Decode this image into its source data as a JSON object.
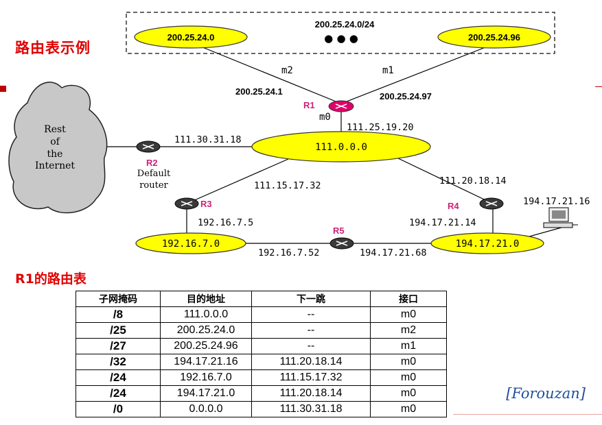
{
  "title": "路由表示例",
  "diagram": {
    "network_top_label": "200.25.24.0/24",
    "ellipsis": "● ● ●",
    "networks": {
      "n1": "200.25.24.0",
      "n2": "200.25.24.96",
      "core": "111.0.0.0",
      "n3": "192.16.7.0",
      "n4": "194.17.21.0"
    },
    "internet": [
      "Rest",
      "of",
      "the",
      "Internet"
    ],
    "routers": {
      "r1": "R1",
      "r2": "R2",
      "r3": "R3",
      "r4": "R4",
      "r5": "R5"
    },
    "default_router": [
      "Default",
      "router"
    ],
    "interfaces": {
      "m2": "m2",
      "m1": "m1",
      "m0": "m0"
    },
    "addresses": {
      "r1_m2": "200.25.24.1",
      "r1_m1": "200.25.24.97",
      "r1_m0": "111.25.19.20",
      "r2": "111.30.31.18",
      "r3_up": "111.15.17.32",
      "r3_down": "192.16.7.5",
      "r4_up": "111.20.18.14",
      "r4_down": "194.17.21.14",
      "r5_left": "192.16.7.52",
      "r5_right": "194.17.21.68",
      "host": "194.17.21.16"
    }
  },
  "table_title": "R1的路由表",
  "table": {
    "headers": [
      "子网掩码",
      "目的地址",
      "下一跳",
      "接口"
    ],
    "rows": [
      [
        "/8",
        "111.0.0.0",
        "--",
        "m0"
      ],
      [
        "/25",
        "200.25.24.0",
        "--",
        "m2"
      ],
      [
        "/27",
        "200.25.24.96",
        "--",
        "m1"
      ],
      [
        "/32",
        "194.17.21.16",
        "111.20.18.14",
        "m0"
      ],
      [
        "/24",
        "192.16.7.0",
        "111.15.17.32",
        "m0"
      ],
      [
        "/24",
        "194.17.21.0",
        "111.20.18.14",
        "m0"
      ],
      [
        "/0",
        "0.0.0.0",
        "111.30.31.18",
        "m0"
      ]
    ]
  },
  "credit": "[Forouzan]",
  "colors": {
    "network": "#ffff00",
    "title": "#e00000",
    "router_r1": "#e0006a",
    "router": "#3a3a3a",
    "cloud": "#c8c8c8",
    "router_label": "#cc2277"
  }
}
